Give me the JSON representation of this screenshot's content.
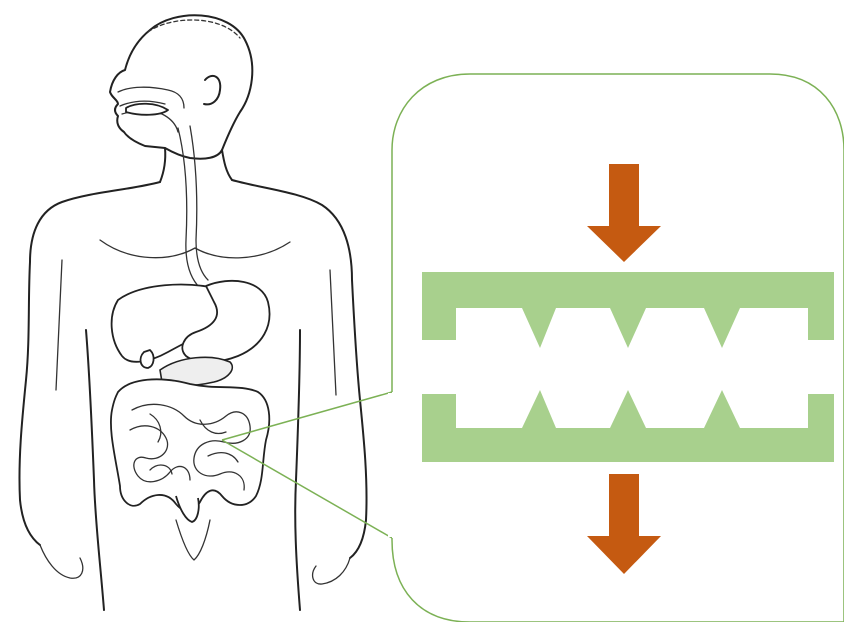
{
  "figure": {
    "subject": "human-digestive-tract",
    "zoom_panel": {
      "border_color": "#7cb155",
      "wall_color": "#a8d08d",
      "arrow_color": "#c55a11",
      "arrows": [
        {
          "direction": "down",
          "position": "top"
        },
        {
          "direction": "down",
          "position": "bottom"
        }
      ],
      "upper_wall_teeth": 3,
      "lower_wall_teeth": 3
    },
    "callout_origin": "small-intestine"
  }
}
